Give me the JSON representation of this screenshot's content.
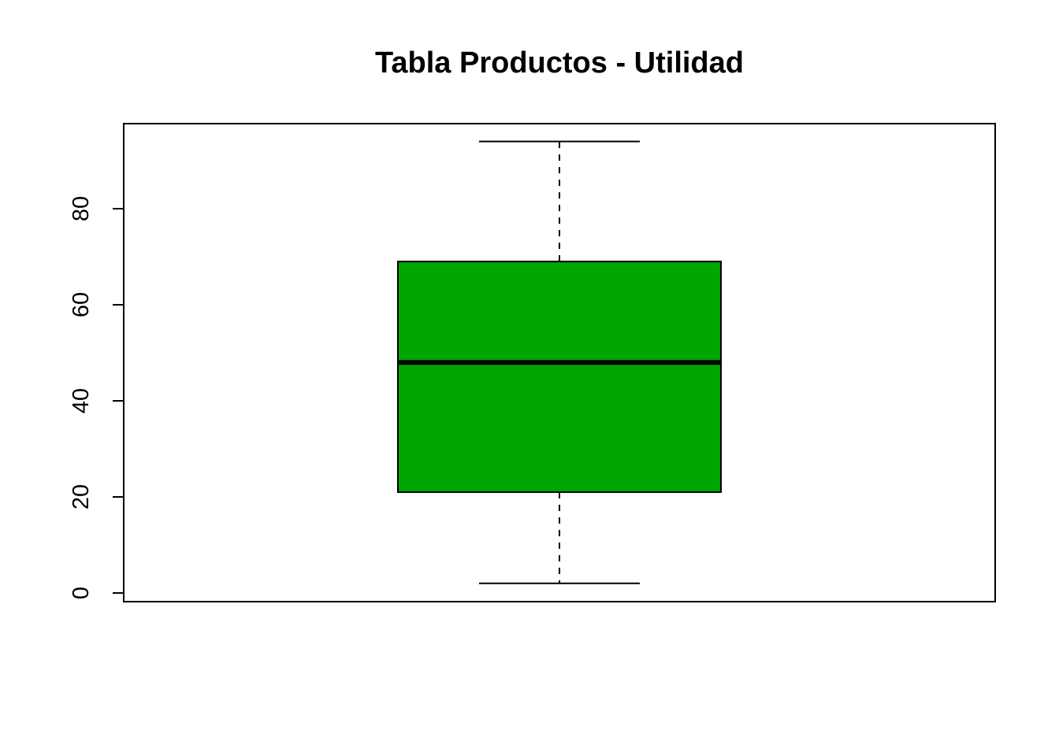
{
  "chart_data": {
    "type": "boxplot",
    "title": "Tabla Productos - Utilidad",
    "xlabel": "",
    "ylabel": "",
    "ylim": [
      -2,
      97
    ],
    "yticks": [
      0,
      20,
      40,
      60,
      80
    ],
    "ytick_labels": [
      "0",
      "20",
      "40",
      "60",
      "80"
    ],
    "box": {
      "min": 2,
      "q1": 21,
      "median": 48,
      "q3": 69,
      "max": 94
    },
    "box_color": "#00A600",
    "grid": false,
    "legend": "none"
  }
}
